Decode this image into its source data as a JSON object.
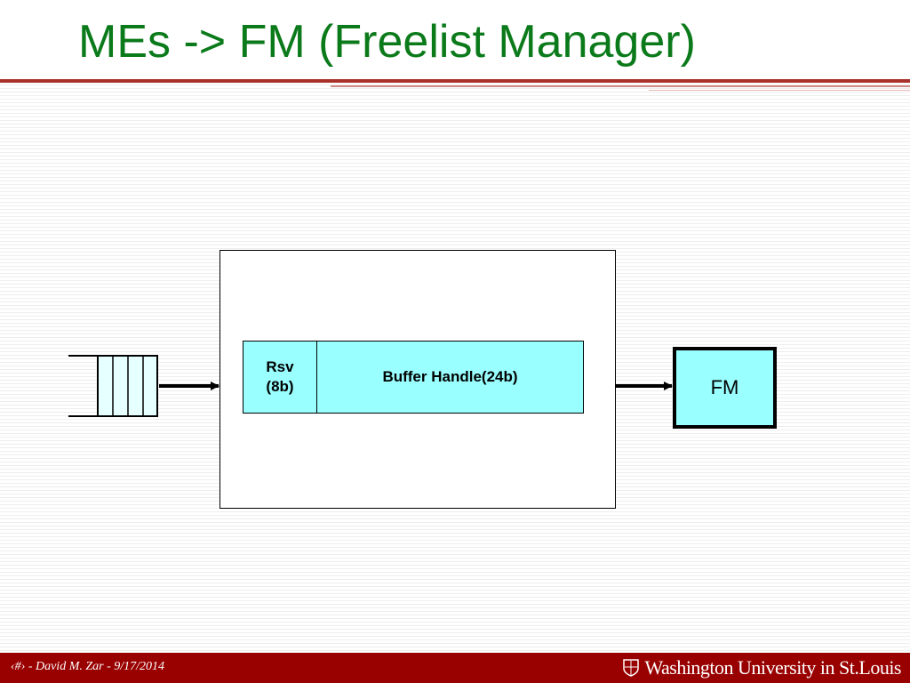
{
  "slide": {
    "title": "MEs -> FM (Freelist Manager)"
  },
  "diagram": {
    "packet": {
      "rsv_label_line1": "Rsv",
      "rsv_label_line2": "(8b)",
      "handle_label": "Buffer Handle(24b)"
    },
    "fm_label": "FM",
    "queue_slots": 4,
    "colors": {
      "fill_cyan": "#99ffff",
      "title_green": "#0b7a1a",
      "footer_red": "#990000"
    }
  },
  "footer": {
    "left_text": "‹#› - David M. Zar - 9/17/2014",
    "university": "Washington University in St.Louis",
    "logo_icon": "university-seal-icon"
  }
}
